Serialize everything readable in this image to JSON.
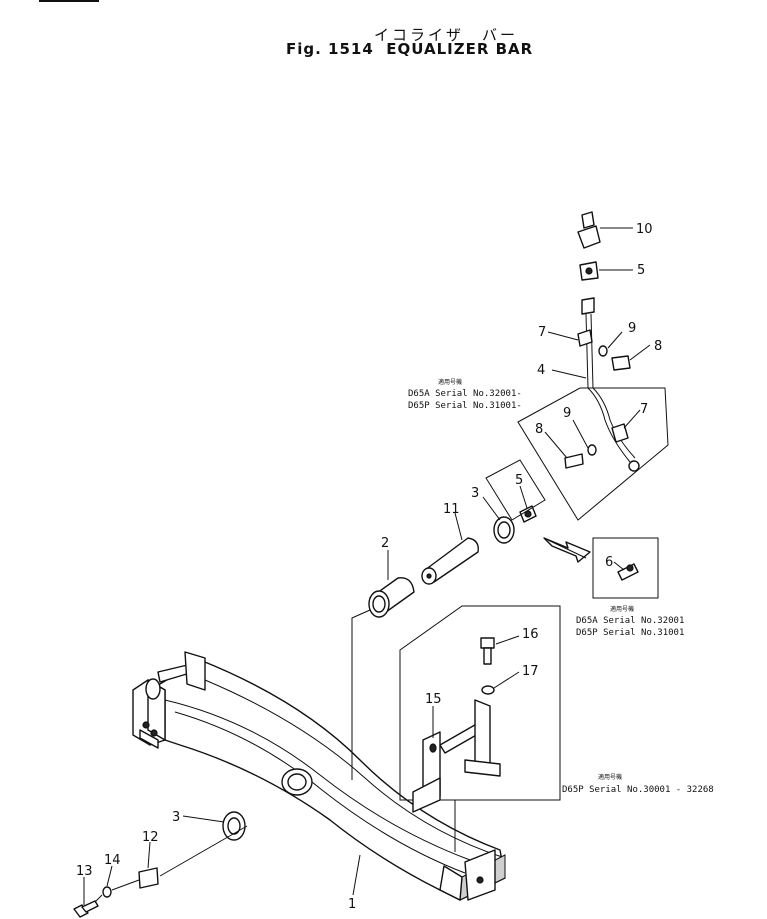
{
  "title": {
    "japanese": "イコライザ　バー",
    "english": "Fig. 1514  EQUALIZER BAR"
  },
  "callouts": {
    "p1": "1",
    "p2": "2",
    "p3a": "3",
    "p3b": "3",
    "p4": "4",
    "p5a": "5",
    "p5b": "5",
    "p6": "6",
    "p7a": "7",
    "p7b": "7",
    "p8a": "8",
    "p8b": "8",
    "p9a": "9",
    "p9b": "9",
    "p10": "10",
    "p11": "11",
    "p12": "12",
    "p13": "13",
    "p14": "14",
    "p15": "15",
    "p16": "16",
    "p17": "17"
  },
  "notes": {
    "upper": {
      "heading": "適用号機",
      "line1": "D65A Serial No.32001-",
      "line2": "D65P Serial No.31001-"
    },
    "middle": {
      "heading": "適用号機",
      "line1": "D65A Serial No.32001",
      "line2": "D65P Serial No.31001"
    },
    "lower": {
      "heading": "適用号機",
      "line1": "D65P Serial No.30001 - 32268"
    }
  }
}
